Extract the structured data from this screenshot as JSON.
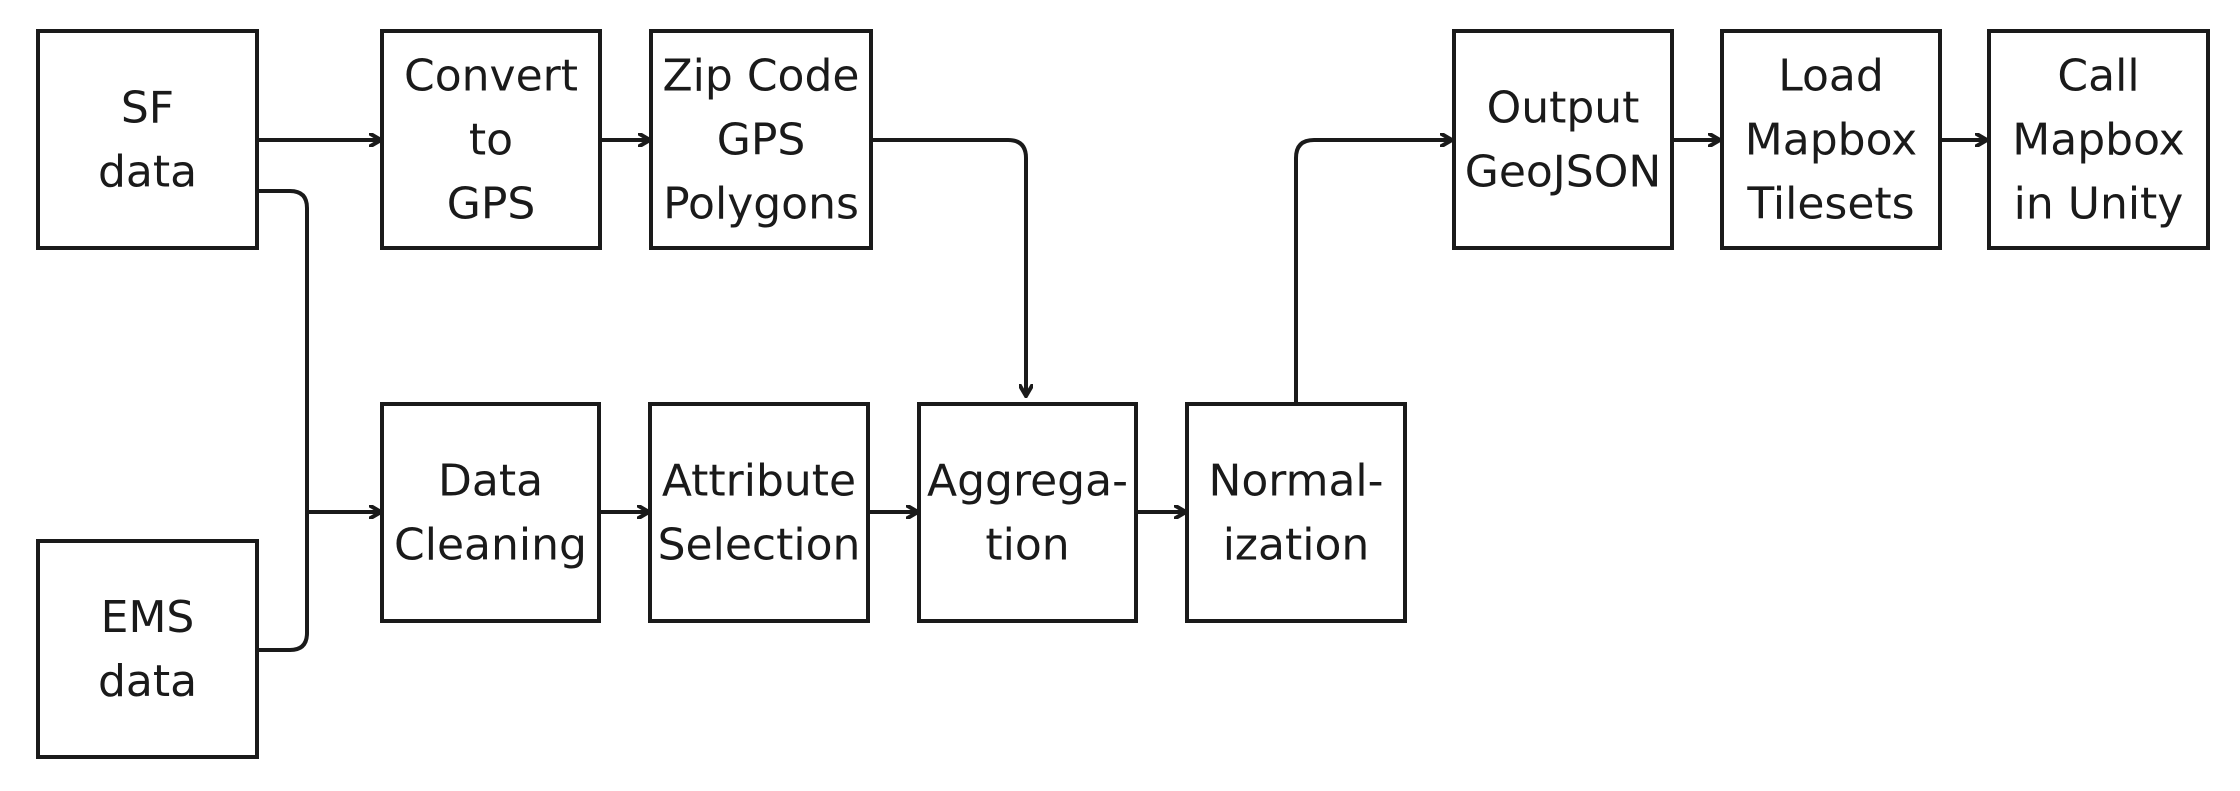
{
  "diagram": {
    "nodes": {
      "sf": {
        "lines": [
          "SF",
          "data"
        ]
      },
      "ems": {
        "lines": [
          "EMS",
          "data"
        ]
      },
      "convert": {
        "lines": [
          "Convert",
          "to",
          "GPS"
        ]
      },
      "zip": {
        "lines": [
          "Zip Code",
          "GPS",
          "Polygons"
        ]
      },
      "cleaning": {
        "lines": [
          "Data",
          "Cleaning"
        ]
      },
      "attribute": {
        "lines": [
          "Attribute",
          "Selection"
        ]
      },
      "aggregation": {
        "lines": [
          "Aggrega-",
          "tion"
        ]
      },
      "normalization": {
        "lines": [
          "Normal-",
          "ization"
        ]
      },
      "output": {
        "lines": [
          "Output",
          "GeoJSON"
        ]
      },
      "load": {
        "lines": [
          "Load",
          "Mapbox",
          "Tilesets"
        ]
      },
      "call": {
        "lines": [
          "Call",
          "Mapbox",
          "in Unity"
        ]
      }
    },
    "colors": {
      "stroke": "#1a1a1a",
      "fill": "#ffffff"
    }
  }
}
